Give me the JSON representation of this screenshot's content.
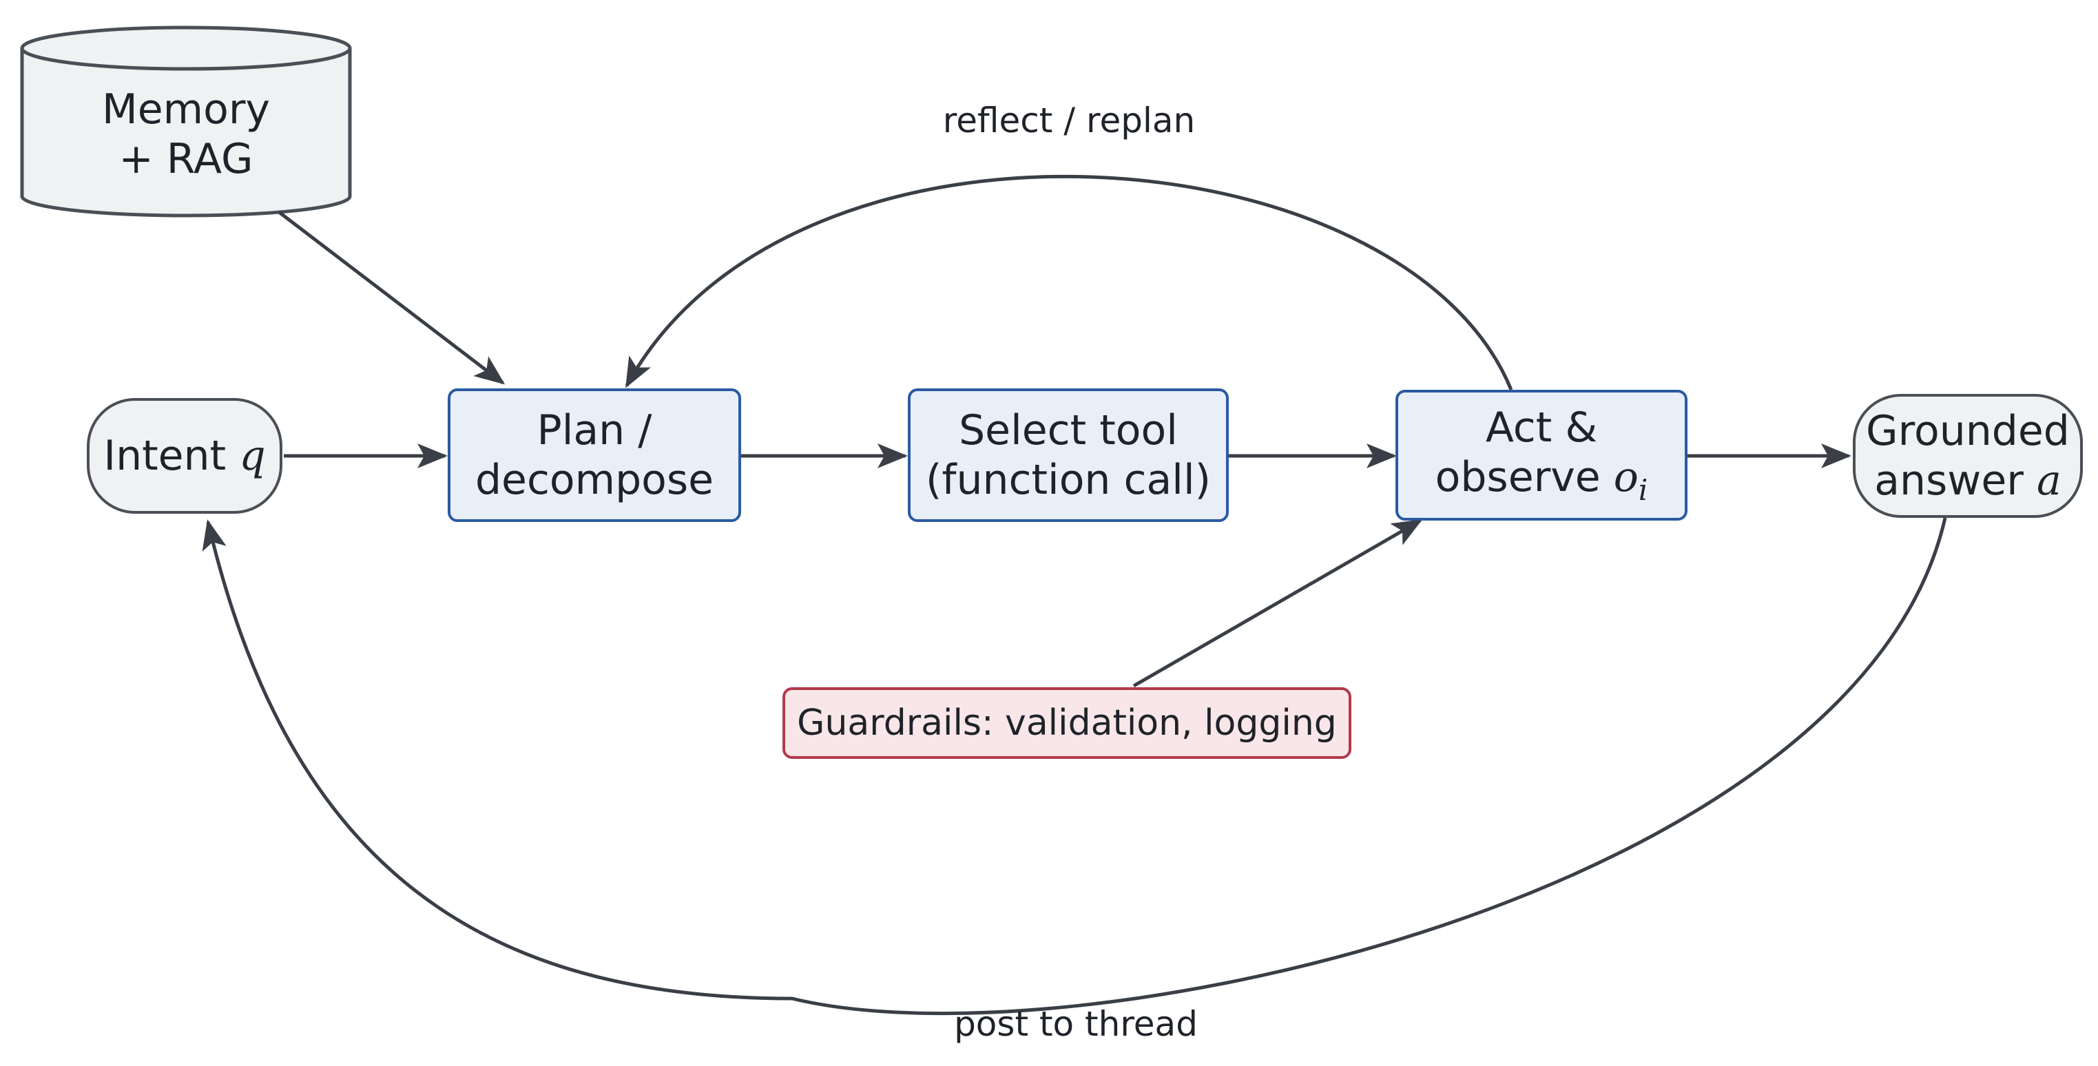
{
  "nodes": {
    "memory": {
      "line1": "Memory",
      "line2": "+ RAG"
    },
    "intent": {
      "text": "Intent",
      "math": "q"
    },
    "plan": {
      "line1": "Plan /",
      "line2": "decompose"
    },
    "select": {
      "line1": "Select tool",
      "line2": "(function call)"
    },
    "act": {
      "line1": "Act &",
      "line2_text": "observe",
      "line2_math": "o",
      "line2_sub": "i"
    },
    "answer": {
      "line1": "Grounded",
      "line2_text": "answer",
      "line2_math": "a"
    },
    "guardrails": {
      "text": "Guardrails: validation, logging"
    }
  },
  "edge_labels": {
    "reflect": "reflect / replan",
    "post": "post to thread"
  },
  "colors": {
    "process_fill": "#e8eff9",
    "process_stroke": "#2b5aa1",
    "terminal_fill": "#f0f1f3",
    "terminal_stroke": "#4a4f56",
    "guard_fill": "#f8e6e8",
    "guard_stroke": "#b23a4c",
    "edge": "#3a3f47"
  }
}
